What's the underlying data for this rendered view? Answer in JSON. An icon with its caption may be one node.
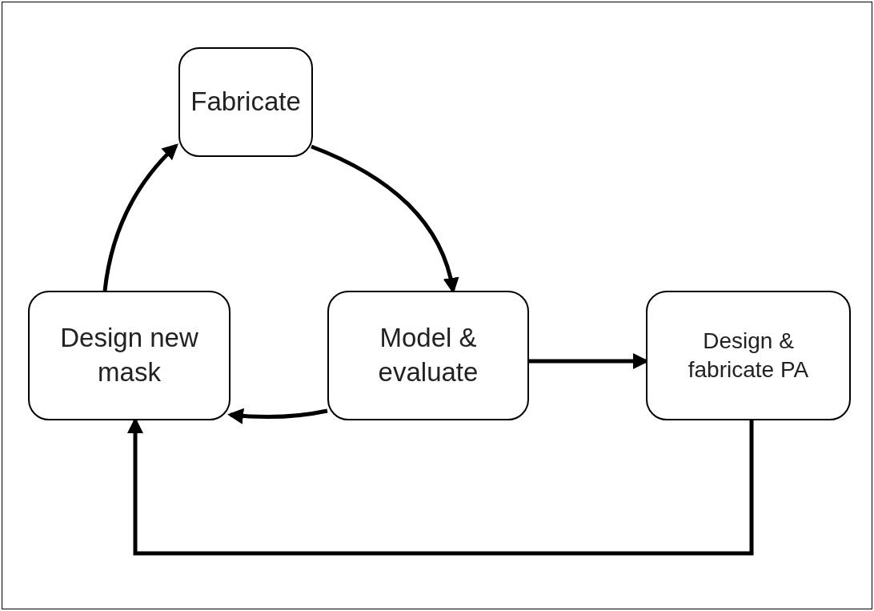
{
  "diagram": {
    "nodes": [
      {
        "text": [
          "Fabricate"
        ]
      },
      {
        "text": [
          "Design new mask"
        ]
      },
      {
        "text": [
          "Model & evaluate"
        ]
      },
      {
        "text": [
          "Design & fabricate PA"
        ]
      }
    ],
    "edges": [
      {
        "from": 1,
        "to": 0,
        "arrow": "to"
      },
      {
        "from": 0,
        "to": 2,
        "arrow": "to"
      },
      {
        "from": 2,
        "to": 1,
        "arrow": "to"
      },
      {
        "from": 2,
        "to": 3,
        "arrow": "to"
      },
      {
        "from": 3,
        "to": 1,
        "arrow": "to"
      }
    ]
  }
}
